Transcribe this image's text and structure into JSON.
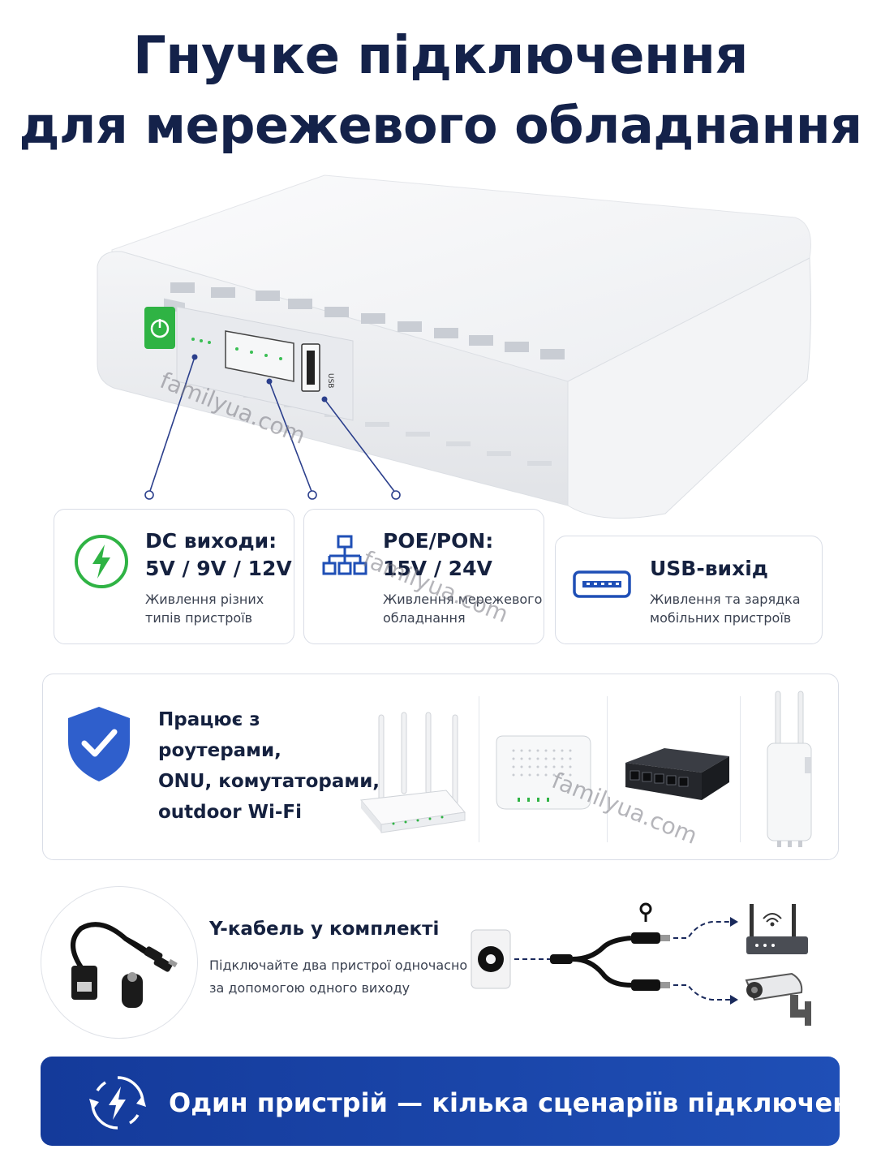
{
  "title": {
    "line1": "Гнучке підключення",
    "line2": "для мережевого обладнання"
  },
  "watermark": "familyua.com",
  "device": {
    "usb_label": "USB"
  },
  "features": [
    {
      "icon": "lightning-icon",
      "title_line1": "DC виходи:",
      "title_line2": "5V / 9V / 12V",
      "desc_line1": "Живлення різних",
      "desc_line2": "типів пристроїв"
    },
    {
      "icon": "network-icon",
      "title_line1": "POE/PON:",
      "title_line2": "15V / 24V",
      "desc_line1": "Живлення мережевого",
      "desc_line2": "обладнання"
    },
    {
      "icon": "usb-port-icon",
      "title_line1": "USB-вихід",
      "desc_line1": "Живлення та зарядка",
      "desc_line2": "мобільних пристроїв"
    }
  ],
  "compat": {
    "line1": "Працює з",
    "line2": "роутерами,",
    "line3": "ONU, комутаторами,",
    "line4": "outdoor Wi-Fi",
    "devices": [
      "router",
      "onu",
      "switch",
      "outdoor-wifi"
    ]
  },
  "ycable": {
    "title": "Y-кабель у комплекті",
    "desc_line1": "Підключайте два пристрої одночасно",
    "desc_line2": "за допомогою одного виходу"
  },
  "banner": {
    "text": "Один пристрій — кілька сценаріїв підключення"
  },
  "colors": {
    "title": "#14224a",
    "accent_blue": "#1f4fb6",
    "accent_green": "#2fb344",
    "banner_bg": "#1a44a8"
  }
}
